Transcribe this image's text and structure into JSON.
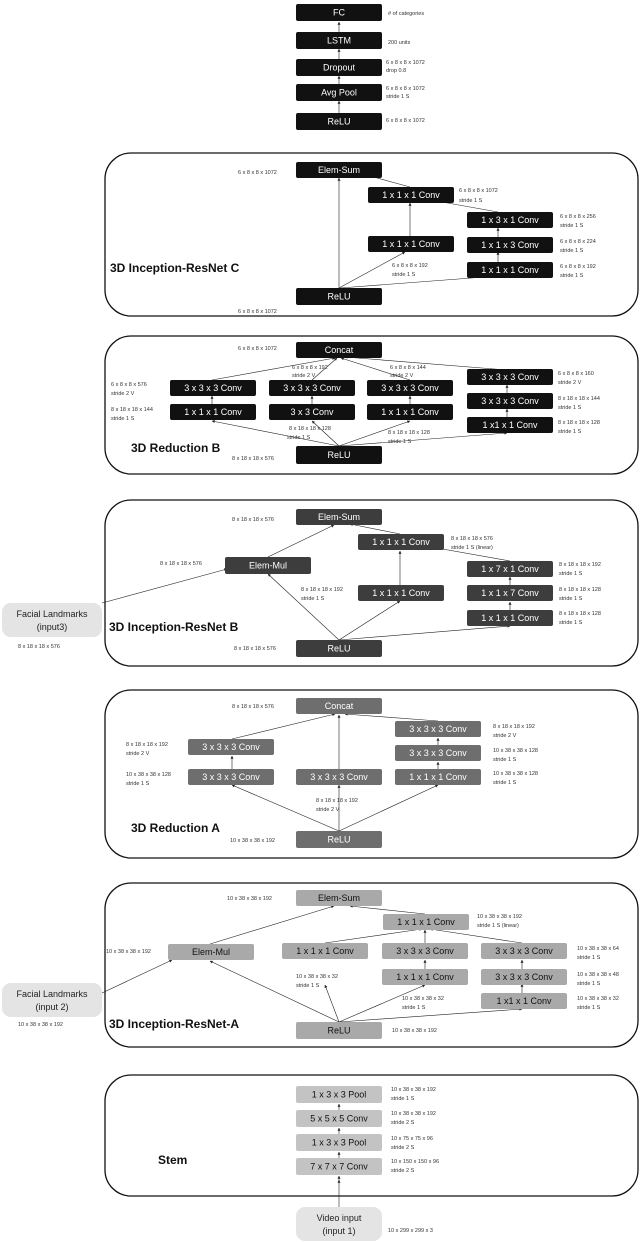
{
  "top": {
    "fc": "FC",
    "lstm": "LSTM",
    "dropout": "Dropout",
    "avgpool": "Avg Pool",
    "relu": "ReLU",
    "fc_note": "# of categories",
    "lstm_note": "200 units",
    "dropout_note1": "6 x 8 x 8 x 1072",
    "dropout_note2": "drop 0.8",
    "avgpool_note1": "6 x 8 x 8 x 1072",
    "avgpool_note2": "stride 1 S",
    "relu_note": "6 x 8 x 8 x 1072"
  },
  "block_c": {
    "title": "3D Inception-ResNet C",
    "elem_sum": "Elem-Sum",
    "conv_a": "1 x 1 x 1 Conv",
    "conv_b": "1 x 3 x 1 Conv",
    "conv_c": "1 x 1 x 1 Conv",
    "conv_d": "1 x 1 x 3 Conv",
    "conv_e": "1 x 1 x 1 Conv",
    "relu": "ReLU",
    "n_sum": "6 x 8 x 8 x 1072",
    "n_a1": "6 x 8 x 8 x 1072",
    "n_a2": "stride 1 S",
    "n_b1": "6 x 8 x 8 x 256",
    "n_b2": "stride 1 S",
    "n_d1": "6 x 8 x 8 x 224",
    "n_d2": "stride 1 S",
    "n_c1": "6 x 8 x 8 x 192",
    "n_c2": "stride 1 S",
    "n_e1": "6 x 8 x 8 x 192",
    "n_e2": "stride 1 S",
    "n_relu": "6 x 8 x 8 x 1072"
  },
  "block_rb": {
    "title": "3D Reduction B",
    "concat": "Concat",
    "c1a": "3 x 3 x 3 Conv",
    "c1b": "1 x 1 x 1 Conv",
    "c2a": "3 x 3 x 3 Conv",
    "c2b": "3 x 3 Conv",
    "c3a": "3 x 3 x 3 Conv",
    "c3b": "1 x 1 x 1 Conv",
    "c4a": "3 x 3 x 3 Conv",
    "c4b": "3 x 3 x 3 Conv",
    "c4c": "1 x1 x 1 Conv",
    "relu": "ReLU",
    "n_concat": "6 x 8 x 8 x 1072",
    "n_c1a1": "6 x 8 x 8 x 576",
    "n_c1a2": "stride 2 V",
    "n_c1b1": "8 x 18 x 18 x 144",
    "n_c1b2": "stride 1 S",
    "n_c2a1": "6 x 8 x 8 x 192",
    "n_c2a2": "stride 2 V",
    "n_c3a1": "6 x 8 x 8 x 144",
    "n_c3a2": "stride 2 V",
    "n_c4a1": "6 x 8 x 8 x 160",
    "n_c4a2": "stride 2 V",
    "n_c4b1": "8 x 18 x 18 x 144",
    "n_c4b2": "stride 1 S",
    "n_c4c1": "8 x 18 x 18 x 128",
    "n_c4c2": "stride 1 S",
    "n_m1": "8 x 18 x 18 x 128",
    "n_m2": "stride 1 S",
    "n_m3": "8 x 18 x 18 x 128",
    "n_m4": "stride 1 S",
    "n_relu": "8 x 18 x 18 x 576"
  },
  "block_b": {
    "title": "3D Inception-ResNet B",
    "elem_sum": "Elem-Sum",
    "elem_mul": "Elem-Mul",
    "conv_top": "1 x 1 x 1 Conv",
    "conv_mid": "1 x 1 x 1 Conv",
    "r1": "1 x 7 x 1 Conv",
    "r2": "1 x 1 x 7 Conv",
    "r3": "1 x 1 x 1 Conv",
    "relu": "ReLU",
    "n_sum": "8 x 18 x 18 x 576",
    "n_mul": "8 x 18 x 18 x 576",
    "n_top1": "8 x 18 x 18 x 576",
    "n_top2": "stride 1 S (linear)",
    "n_r1a": "8 x 18 x 18 x 192",
    "n_r1b": "stride 1 S",
    "n_r2a": "8 x 18 x 18 x 128",
    "n_r2b": "stride 1 S",
    "n_r3a": "8 x 18 x 18 x 128",
    "n_r3b": "stride 1 S",
    "n_mid1": "8 x 18 x 18 x 192",
    "n_mid2": "stride 1 S",
    "n_relu": "8 x 18 x 18 x 576",
    "landmark": "Facial Landmarks",
    "landmark_input": "(input3)",
    "landmark_note": "8 x 18 x 18 x 576"
  },
  "block_ra": {
    "title": "3D Reduction A",
    "concat": "Concat",
    "l1": "3 x 3 x 3 Conv",
    "l2": "3 x 3 x 3 Conv",
    "m": "3 x 3 x 3 Conv",
    "r1": "3 x 3 x 3 Conv",
    "r2": "3 x 3 x 3 Conv",
    "r3": "1 x 1 x 1 Conv",
    "relu": "ReLU",
    "n_concat": "8 x 18 x 18 x 576",
    "n_l1a": "8 x 18 x 18 x 192",
    "n_l1b": "stride 2 V",
    "n_l2a": "10 x 38 x 38 x 128",
    "n_l2b": "stride 1 S",
    "n_m1": "8 x 18 x 18 x 192",
    "n_m2": "stride 2 V",
    "n_r1a": "8 x 18 x 18 x 192",
    "n_r1b": "stride 2 V",
    "n_r2a": "10 x 38 x 38 x 128",
    "n_r2b": "stride 1 S",
    "n_r3a": "10 x 38 x 38 x 128",
    "n_r3b": "stride 1 S",
    "n_relu": "10 x 38 x 38 x 192"
  },
  "block_a": {
    "title": "3D Inception-ResNet-A",
    "elem_sum": "Elem-Sum",
    "elem_mul": "Elem-Mul",
    "conv_top": "1 x 1 x 1 Conv",
    "c1": "1 x 1 x 1 Conv",
    "c2a": "3 x 3 x 3 Conv",
    "c2b": "1 x 1 x 1 Conv",
    "c3a": "3 x 3 x 3 Conv",
    "c3b": "3 x 3 x 3 Conv",
    "c3c": "1 x1 x 1 Conv",
    "relu": "ReLU",
    "n_sum": "10 x 38 x 38 x 192",
    "n_mul": "10 x 38 x 38 x 192",
    "n_top1": "10 x 38 x 38 x 192",
    "n_top2": "stride 1 S (linear)",
    "n_c3a1": "10 x 38 x 38 x 64",
    "n_c3a2": "stride 1 S",
    "n_c3b1": "10 x 38 x 38 x 48",
    "n_c3b2": "stride 1 S",
    "n_c3c1": "10 x 38 x 38 x 32",
    "n_c3c2": "stride 1 S",
    "n_c1a": "10 x 38 x 38 x 32",
    "n_c1b": "stride 1 S",
    "n_c2a": "10 x 38 x 38 x 32",
    "n_c2b": "stride 1 S",
    "n_relu": "10 x 38 x 38 x 192",
    "landmark": "Facial Landmarks",
    "landmark_input": "(input 2)",
    "landmark_note": "10 x 38 x 38 x 192"
  },
  "stem": {
    "title": "Stem",
    "p1": "1 x 3 x 3 Pool",
    "p2": "5 x 5 x 5 Conv",
    "p3": "1 x 3 x 3 Pool",
    "p4": "7 x 7 x 7 Conv",
    "n1a": "10 x 38 x 38 x 192",
    "n1b": "stride 1 S",
    "n2a": "10 x 38 x 38 x 192",
    "n2b": "stride 2 S",
    "n3a": "10 x 75 x 75 x 96",
    "n3b": "stride 2 S",
    "n4a": "10 x 150 x 150 x 96",
    "n4b": "stride 2 S",
    "video": "Video input",
    "video_input": "(input 1)",
    "video_note": "10 x 299 x 299 x 3"
  },
  "colors": {
    "black": "#111111",
    "dark": "#3d3d3d",
    "mid": "#6e6e6e",
    "light": "#a9a9a9",
    "lighter": "#c3c3c3",
    "landmark_bg": "#e4e4e4"
  }
}
